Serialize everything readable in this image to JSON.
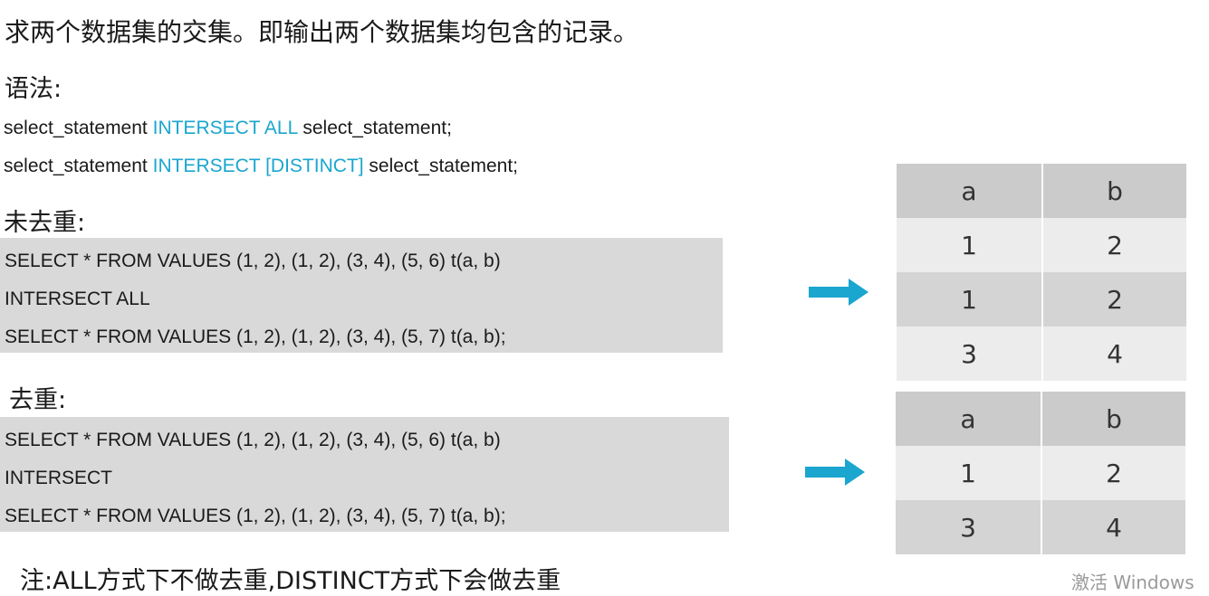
{
  "title": "求两个数据集的交集。即输出两个数据集均包含的记录。",
  "syntax": {
    "label": "语法:",
    "line1": {
      "pre": "select_statement",
      "keyword": "INTERSECT ALL",
      "post": "select_statement;"
    },
    "line2": {
      "pre": "select_statement",
      "keyword": "INTERSECT [DISTINCT]",
      "post": "select_statement;"
    }
  },
  "no_dedup": {
    "label": "未去重:",
    "code": [
      "SELECT * FROM VALUES (1, 2), (1, 2), (3, 4), (5, 6) t(a, b)",
      "INTERSECT ALL",
      "SELECT * FROM VALUES (1, 2), (1, 2), (3, 4), (5, 7) t(a, b);"
    ],
    "result": {
      "headers": [
        "a",
        "b"
      ],
      "rows": [
        [
          "1",
          "2"
        ],
        [
          "1",
          "2"
        ],
        [
          "3",
          "4"
        ]
      ]
    }
  },
  "dedup": {
    "label": "去重:",
    "code": [
      "SELECT * FROM VALUES (1, 2), (1, 2), (3, 4), (5, 6) t(a, b)",
      "INTERSECT",
      "SELECT * FROM VALUES (1, 2), (1, 2), (3, 4), (5, 7) t(a, b);"
    ],
    "result": {
      "headers": [
        "a",
        "b"
      ],
      "rows": [
        [
          "1",
          "2"
        ],
        [
          "3",
          "4"
        ]
      ]
    }
  },
  "note": "注:ALL方式下不做去重,DISTINCT方式下会做去重",
  "watermark": "激活 Windows",
  "colors": {
    "keyword": "#1aa6cf",
    "arrow": "#1aa6cf",
    "code_background": "#d9d9d9"
  }
}
